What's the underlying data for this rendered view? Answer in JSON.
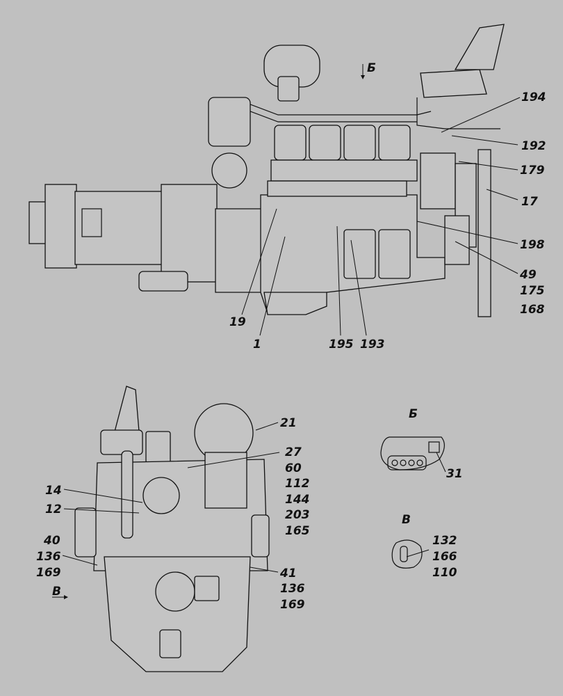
{
  "side_view": {
    "view_arrow": "Б",
    "labels": {
      "l194": "194",
      "l192": "192",
      "l179": "179",
      "l17": "17",
      "l198": "198",
      "l49": "49",
      "l175": "175",
      "l168": "168",
      "l19": "19",
      "l1": "1",
      "l195": "195",
      "l193": "193"
    }
  },
  "front_view": {
    "view_arrow": "В",
    "labels": {
      "l21": "21",
      "l27": "27",
      "l60": "60",
      "l112": "112",
      "l144": "144",
      "l203": "203",
      "l165": "165",
      "l14": "14",
      "l12": "12",
      "l40": "40",
      "l136a": "136",
      "l169a": "169",
      "l41": "41",
      "l136b": "136",
      "l169b": "169"
    }
  },
  "detail_b": {
    "title": "Б",
    "labels": {
      "l31": "31"
    }
  },
  "detail_v": {
    "title": "В",
    "labels": {
      "l132": "132",
      "l166": "166",
      "l110": "110"
    }
  }
}
